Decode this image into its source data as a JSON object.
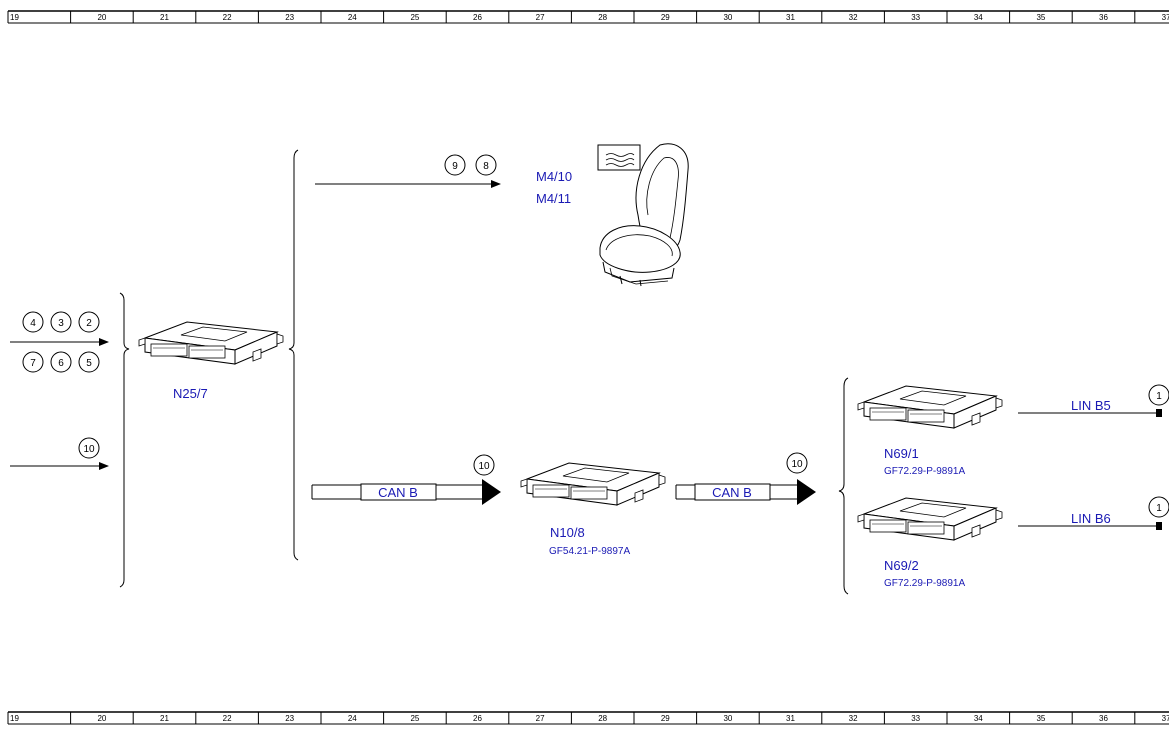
{
  "ruler_numbers": [
    "19",
    "20",
    "21",
    "22",
    "23",
    "24",
    "25",
    "26",
    "27",
    "28",
    "29",
    "30",
    "31",
    "32",
    "33",
    "34",
    "35",
    "36",
    "37"
  ],
  "components": {
    "n25_7": {
      "label": "N25/7"
    },
    "n10_8": {
      "label": "N10/8",
      "ref": "GF54.21-P-9897A"
    },
    "n69_1": {
      "label": "N69/1",
      "ref": "GF72.29-P-9891A"
    },
    "n69_2": {
      "label": "N69/2",
      "ref": "GF72.29-P-9891A"
    },
    "seat": {
      "label_1": "M4/10",
      "label_2": "M4/11"
    }
  },
  "buses": {
    "can_1": "CAN B",
    "can_2": "CAN B",
    "lin_1": "LIN B5",
    "lin_2": "LIN B6"
  },
  "callouts": {
    "input_top": [
      "4",
      "3",
      "2"
    ],
    "input_bottom": [
      "7",
      "6",
      "5"
    ],
    "input_lower": "10",
    "seat_arrow": [
      "9",
      "8"
    ],
    "can_arrow_1": "10",
    "can_arrow_2": "10",
    "lin_b5_edge": "1",
    "lin_b6_edge": "1"
  },
  "colors": {
    "label_blue": "#1a1ab4",
    "line": "#000000"
  }
}
